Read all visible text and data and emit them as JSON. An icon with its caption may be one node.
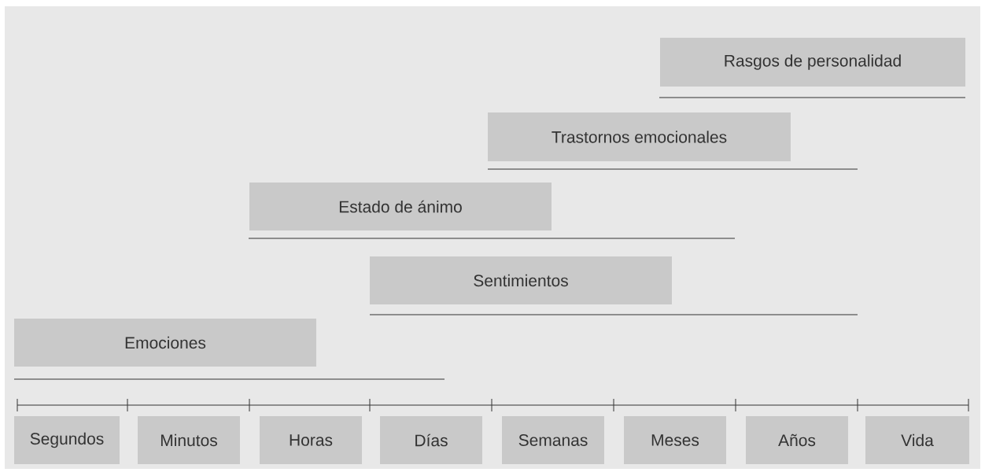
{
  "diagram": {
    "nodes": [
      {
        "text": [
          "Rasgos de personalidad"
        ]
      },
      {
        "text": [
          "Trastornos emocionales"
        ]
      },
      {
        "text": [
          "Estado de ánimo"
        ]
      },
      {
        "text": [
          "Sentimientos"
        ]
      },
      {
        "text": [
          "Emociones"
        ]
      },
      {
        "text": [
          "Segundos"
        ]
      },
      {
        "text": [
          "Minutos"
        ]
      },
      {
        "text": [
          "Horas"
        ]
      },
      {
        "text": [
          "Días"
        ]
      },
      {
        "text": [
          "Semanas"
        ]
      },
      {
        "text": [
          "Meses"
        ]
      },
      {
        "text": [
          "Años"
        ]
      },
      {
        "text": [
          "Vida"
        ]
      }
    ]
  }
}
